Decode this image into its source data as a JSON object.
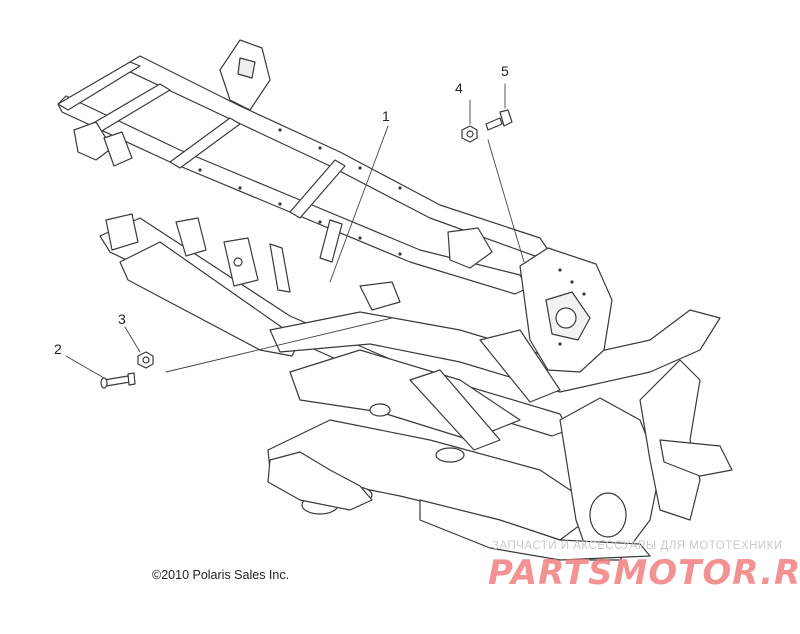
{
  "callouts": [
    {
      "id": "1",
      "text": "1"
    },
    {
      "id": "2",
      "text": "2"
    },
    {
      "id": "3",
      "text": "3"
    },
    {
      "id": "4",
      "text": "4"
    },
    {
      "id": "5",
      "text": "5"
    }
  ],
  "copyright": "©2010 Polaris Sales Inc.",
  "watermark": {
    "subtitle": "ЗАПЧАСТИ И АКСЕССУАРЫ ДЛЯ МОТОТЕХНИКИ",
    "logo": "PARTSMOTOR.RU",
    "color": "#f08080"
  },
  "colors": {
    "line": "#3a3a3a",
    "fill": "#ffffff"
  }
}
